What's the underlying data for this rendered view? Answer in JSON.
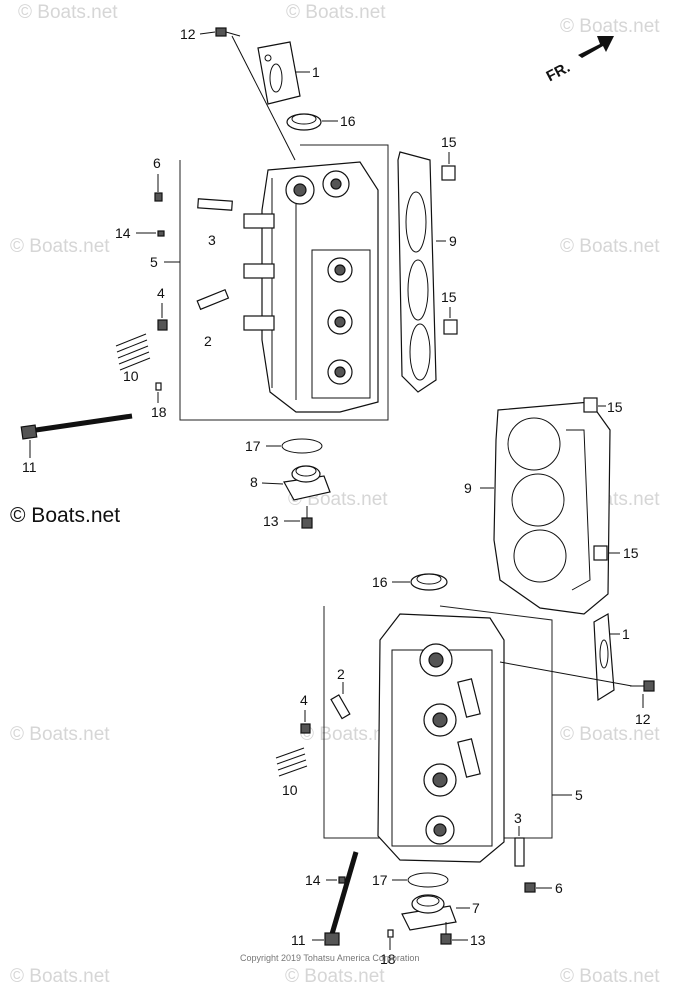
{
  "watermark": {
    "text": "© Boats.net"
  },
  "direction_label": "FR.",
  "copyright": "Copyright 2019 Tohatsu America Corporation",
  "callouts": {
    "c1a": "1",
    "c1b": "1",
    "c2a": "2",
    "c2b": "2",
    "c3a": "3",
    "c3b": "3",
    "c4a": "4",
    "c4b": "4",
    "c5a": "5",
    "c5b": "5",
    "c6a": "6",
    "c6b": "6",
    "c7": "7",
    "c8": "8",
    "c9a": "9",
    "c9b": "9",
    "c10a": "10",
    "c10b": "10",
    "c11a": "11",
    "c11b": "11",
    "c12a": "12",
    "c12b": "12",
    "c13a": "13",
    "c13b": "13",
    "c14a": "14",
    "c14b": "14",
    "c15a": "15",
    "c15b": "15",
    "c15c": "15",
    "c15d": "15",
    "c16a": "16",
    "c16b": "16",
    "c17a": "17",
    "c17b": "17",
    "c18a": "18",
    "c18b": "18"
  }
}
